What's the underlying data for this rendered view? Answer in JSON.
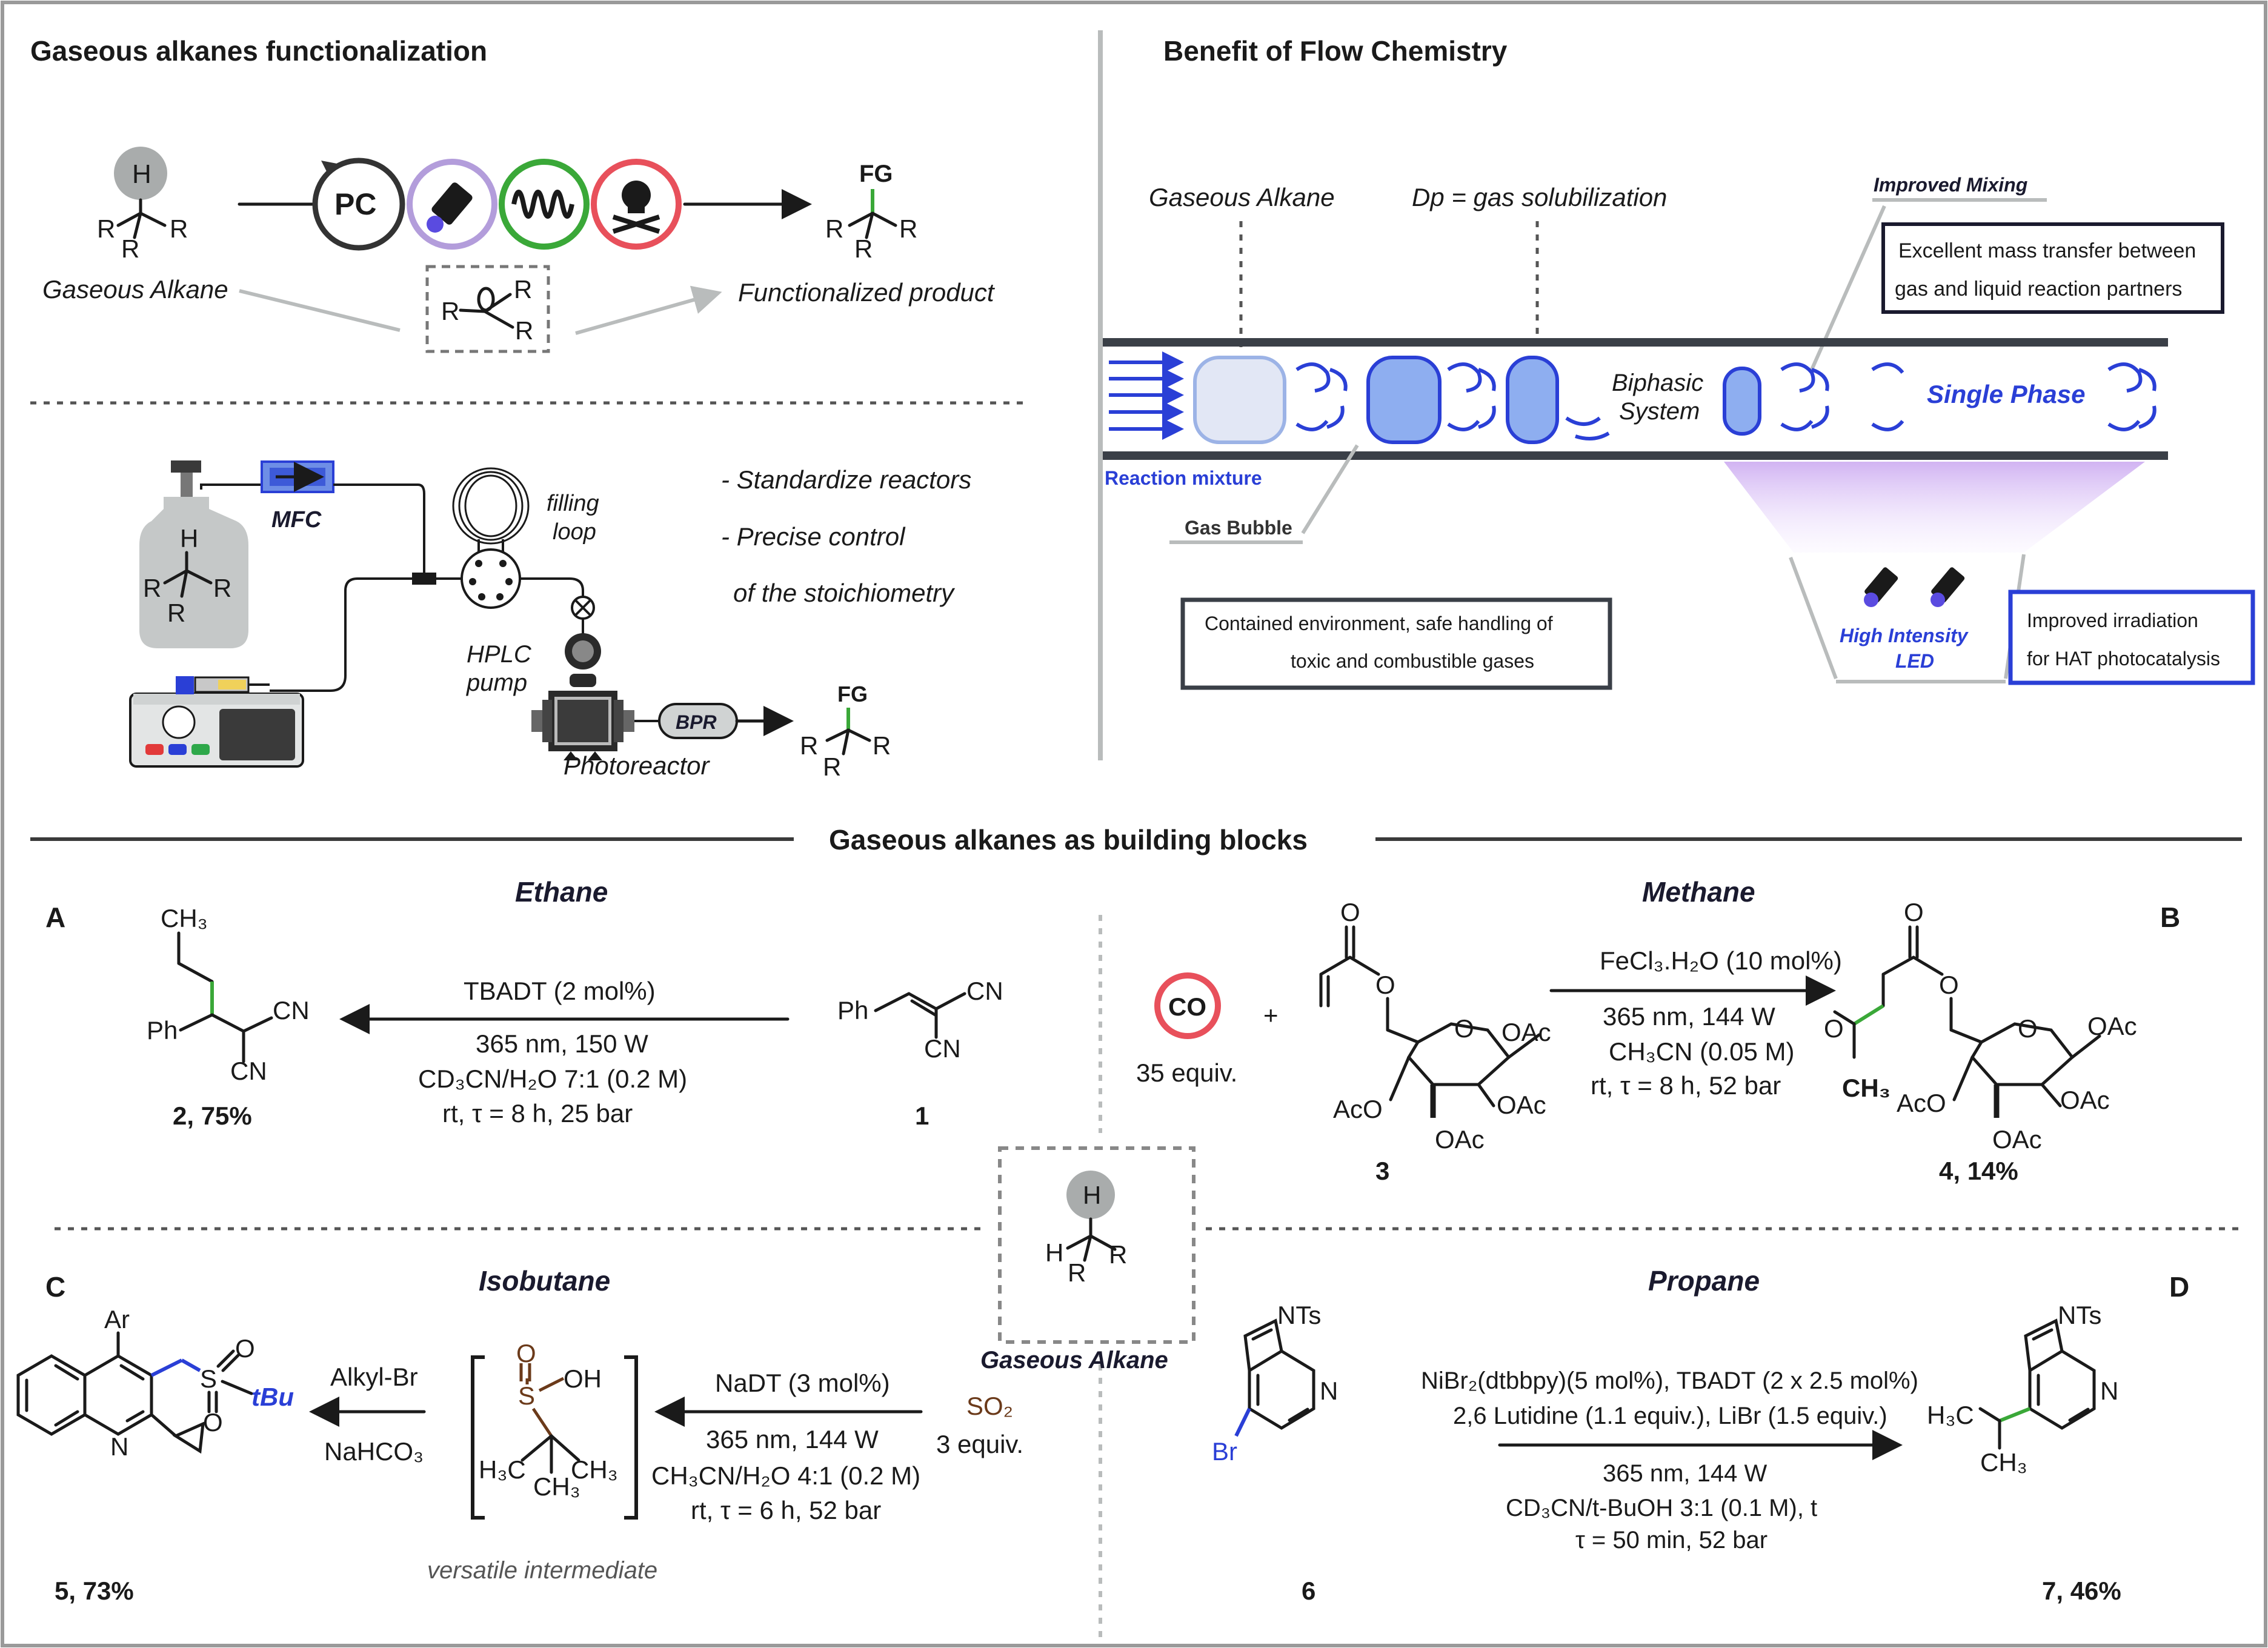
{
  "panels": {
    "top_left_title": "Gaseous alkanes functionalization",
    "top_right_title": "Benefit of Flow Chemistry",
    "middle_title": "Gaseous alkanes as building blocks"
  },
  "top_left": {
    "h_atom": "H",
    "r_labels": [
      "R",
      "R",
      "R"
    ],
    "gaseous_alkane": "Gaseous Alkane",
    "pc_label": "PC",
    "fg_label": "FG",
    "functionalized_product": "Functionalized product",
    "radical_r": [
      "R",
      "R",
      "R"
    ],
    "mfc": "MFC",
    "filling_loop": [
      "filling",
      "loop"
    ],
    "hplc_pump": [
      "HPLC",
      "pump"
    ],
    "bpr": "BPR",
    "photoreactor": "Photoreactor",
    "notes": [
      "- Standardize reactors",
      "- Precise control",
      "of the stoichiometry"
    ]
  },
  "flow": {
    "gaseous_alkane": "Gaseous Alkane",
    "dp": "Dp = gas solubilization",
    "improved_mixing": "Improved Mixing",
    "mass_transfer": [
      "Excellent mass transfer between",
      "gas and liquid reaction partners"
    ],
    "biphasic": [
      "Biphasic",
      "System"
    ],
    "single_phase": "Single Phase",
    "reaction_mixture": "Reaction mixture",
    "gas_bubble": "Gas Bubble",
    "contained": [
      "Contained environment, safe handling of",
      "toxic and combustible gases"
    ],
    "high_intensity": [
      "High Intensity",
      "LED"
    ],
    "irradiation": [
      "Improved irradiation",
      "for HAT photocatalysis"
    ]
  },
  "sections": {
    "A": {
      "letter": "A",
      "name": "Ethane",
      "ch3": "CH₃",
      "ph": "Ph",
      "cn": "CN",
      "conditions": [
        "TBADT (2 mol%)",
        "365 nm, 150 W",
        "CD₃CN/H₂O 7:1 (0.2 M)",
        "rt, τ = 8 h, 25 bar"
      ],
      "product": "2, 75%",
      "substrate": "1"
    },
    "B": {
      "letter": "B",
      "name": "Methane",
      "co": "CO",
      "co_equiv": "35 equiv.",
      "plus": "+",
      "oac": "OAc",
      "aco": "AcO",
      "o": "O",
      "ch3": "CH₃",
      "conditions": [
        "FeCl₃.H₂O (10 mol%)",
        "365 nm, 144 W",
        "CH₃CN (0.05 M)",
        "rt, τ = 8 h, 52 bar"
      ],
      "substrate": "3",
      "product": "4, 14%"
    },
    "center": {
      "h": "H",
      "r": "R",
      "label": "Gaseous Alkane"
    },
    "C": {
      "letter": "C",
      "name": "Isobutane",
      "ar": "Ar",
      "n": "N",
      "s": "S",
      "o": "O",
      "oh": "OH",
      "tbu": "tBu",
      "h3c": "H₃C",
      "ch3": "CH₃",
      "reagent1": [
        "Alkyl-Br",
        "NaHCO₃"
      ],
      "conditions": [
        "NaDT (3 mol%)",
        "365 nm, 144 W",
        "CH₃CN/H₂O 4:1 (0.2 M)",
        "rt, τ = 6 h, 52 bar"
      ],
      "so2": "SO₂",
      "so2_equiv": "3 equiv.",
      "intermediate": "versatile intermediate",
      "product": "5, 73%"
    },
    "D": {
      "letter": "D",
      "name": "Propane",
      "nts": "NTs",
      "n": "N",
      "br": "Br",
      "conditions": [
        "NiBr₂(dtbbpy)(5 mol%), TBADT (2 x 2.5 mol%)",
        "2,6 Lutidine (1.1 equiv.), LiBr (1.5 equiv.)",
        "365 nm, 144 W",
        "CD₃CN/t-BuOH 3:1 (0.1 M), t",
        "τ = 50 min, 52 bar"
      ],
      "h3c": "H₃C",
      "ch3": "CH₃",
      "substrate": "6",
      "product": "7, 46%"
    }
  },
  "colors": {
    "accent_blue": "#2a3fd6",
    "green": "#3aa838",
    "red": "#e8505b",
    "purple": "#b39ddb",
    "gray": "#b9bcbc"
  }
}
